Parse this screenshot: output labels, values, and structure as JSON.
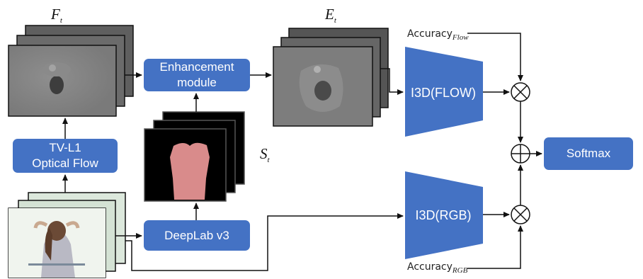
{
  "symbols": {
    "flow_frames": "F",
    "flow_frames_sub": "t",
    "enhanced_frames": "E",
    "enhanced_frames_sub": "t",
    "segmentation_masks": "S",
    "segmentation_masks_sub": "t"
  },
  "boxes": {
    "tvl1": "TV-L1\nOptical Flow",
    "enhancement": "Enhancement\nmodule",
    "deeplab": "DeepLab v3",
    "softmax": "Softmax"
  },
  "networks": {
    "flow": "I3D(FLOW)",
    "rgb": "I3D(RGB)"
  },
  "weights": {
    "flow_label": "Accuracy",
    "flow_sub": "Flow",
    "rgb_label": "Accuracy",
    "rgb_sub": "RGB"
  },
  "operators": {
    "multiply_symbol": "⊗",
    "add_symbol": "⊕"
  },
  "colors": {
    "box_fill": "#4472c4",
    "mask_color": "#d98b8b",
    "stroke": "#111111"
  }
}
